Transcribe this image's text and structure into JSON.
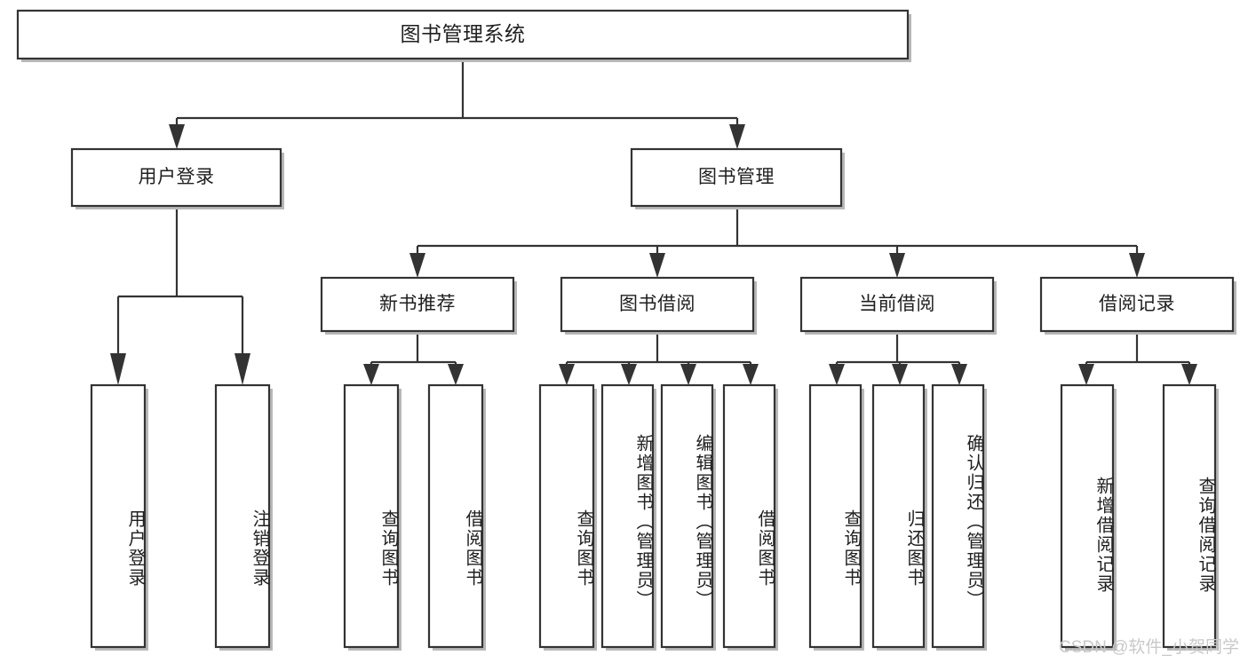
{
  "diagram": {
    "type": "tree",
    "title": "图书管理系统",
    "watermark": "CSDN @软件_小贺同学",
    "colors": {
      "stroke": "#333333",
      "fill": "#ffffff",
      "shadow": "#b8b8b8",
      "text": "#1f1f1f",
      "watermark": "#c9c9c9"
    },
    "nodes": {
      "root": {
        "label": "图书管理系统",
        "level": 1
      },
      "l2_0": {
        "label": "用户登录",
        "level": 2
      },
      "l2_1": {
        "label": "图书管理",
        "level": 2
      },
      "l3_0": {
        "label": "新书推荐",
        "level": 3
      },
      "l3_1": {
        "label": "图书借阅",
        "level": 3
      },
      "l3_2": {
        "label": "当前借阅",
        "level": 3
      },
      "l3_3": {
        "label": "借阅记录",
        "level": 3
      },
      "leaf_0": {
        "label": "用户登录",
        "level": 4,
        "parent": "用户登录"
      },
      "leaf_1": {
        "label": "注销登录",
        "level": 4,
        "parent": "用户登录"
      },
      "leaf_2": {
        "label": "查询图书",
        "level": 4,
        "parent": "新书推荐"
      },
      "leaf_3": {
        "label": "借阅图书",
        "level": 4,
        "parent": "新书推荐"
      },
      "leaf_4": {
        "label": "查询图书",
        "level": 4,
        "parent": "图书借阅"
      },
      "leaf_5": {
        "label": "新增图书（管理员）",
        "level": 4,
        "parent": "图书借阅"
      },
      "leaf_6": {
        "label": "编辑图书（管理员）",
        "level": 4,
        "parent": "图书借阅"
      },
      "leaf_7": {
        "label": "借阅图书",
        "level": 4,
        "parent": "图书借阅"
      },
      "leaf_8": {
        "label": "查询图书",
        "level": 4,
        "parent": "当前借阅"
      },
      "leaf_9": {
        "label": "归还图书",
        "level": 4,
        "parent": "当前借阅"
      },
      "leaf_10": {
        "label": "确认归还（管理员）",
        "level": 4,
        "parent": "当前借阅"
      },
      "leaf_11": {
        "label": "新增借阅记录",
        "level": 4,
        "parent": "借阅记录"
      },
      "leaf_12": {
        "label": "查询借阅记录",
        "level": 4,
        "parent": "借阅记录"
      }
    }
  }
}
